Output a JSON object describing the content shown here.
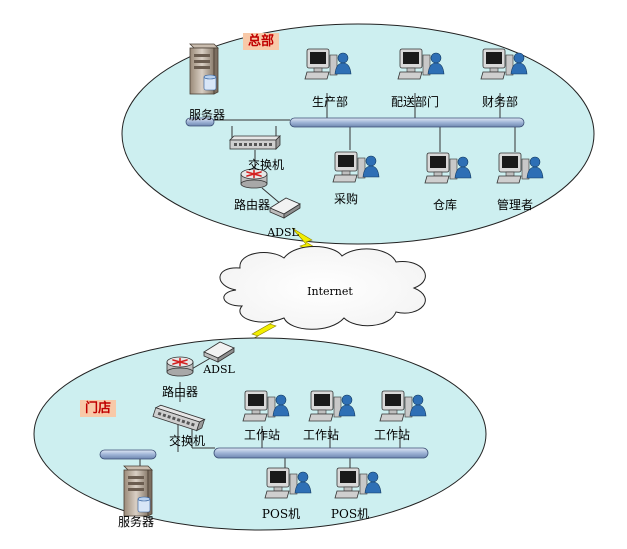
{
  "hq": {
    "tag": "总部",
    "server": "服务器",
    "production": "生产部",
    "delivery": "配送部门",
    "finance": "财务部",
    "switch": "交换机",
    "router": "路由器",
    "adsl": "ADSL",
    "purchasing": "采购",
    "warehouse": "仓库",
    "admin": "管理者"
  },
  "internet": {
    "label": "Internet"
  },
  "store": {
    "tag": "门店",
    "adsl": "ADSL",
    "router": "路由器",
    "switch": "交换机",
    "ws1": "工作站",
    "ws2": "工作站",
    "ws3": "工作站",
    "pos1": "POS机",
    "pos2": "POS机",
    "server": "服务器"
  },
  "colors": {
    "zone_fill": "#cdeff0",
    "bus_fill": "#9fb4d6",
    "lightning": "#f2ee00",
    "tag_text": "#c00000",
    "tag_bg": "#f8c9a8"
  }
}
